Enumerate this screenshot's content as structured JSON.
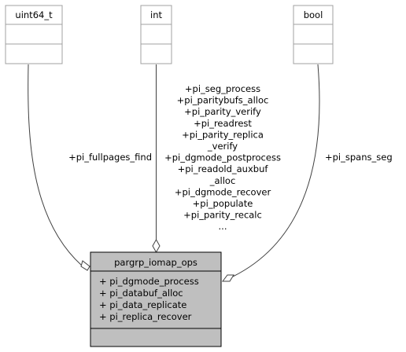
{
  "nodes": {
    "uint64": {
      "title": "uint64_t"
    },
    "int": {
      "title": "int"
    },
    "bool": {
      "title": "bool"
    },
    "main": {
      "title": "pargrp_iomap_ops",
      "members": [
        "+ pi_dgmode_process",
        "+ pi_databuf_alloc",
        "+ pi_data_replicate",
        "+ pi_replica_recover"
      ]
    }
  },
  "edges": {
    "left_label": "+pi_fullpages_find",
    "right_label": "+pi_spans_seg",
    "center_labels": [
      "+pi_seg_process",
      "+pi_paritybufs_alloc",
      "+pi_parity_verify",
      "+pi_readrest",
      "+pi_parity_replica",
      "_verify",
      "+pi_dgmode_postprocess",
      "+pi_readold_auxbuf",
      "_alloc",
      "+pi_dgmode_recover",
      "+pi_populate",
      "+pi_parity_recalc",
      "..."
    ]
  },
  "colors": {
    "main_fill": "#bfbfbf",
    "edge": "#404040",
    "box_border": "#a0a0a0"
  }
}
